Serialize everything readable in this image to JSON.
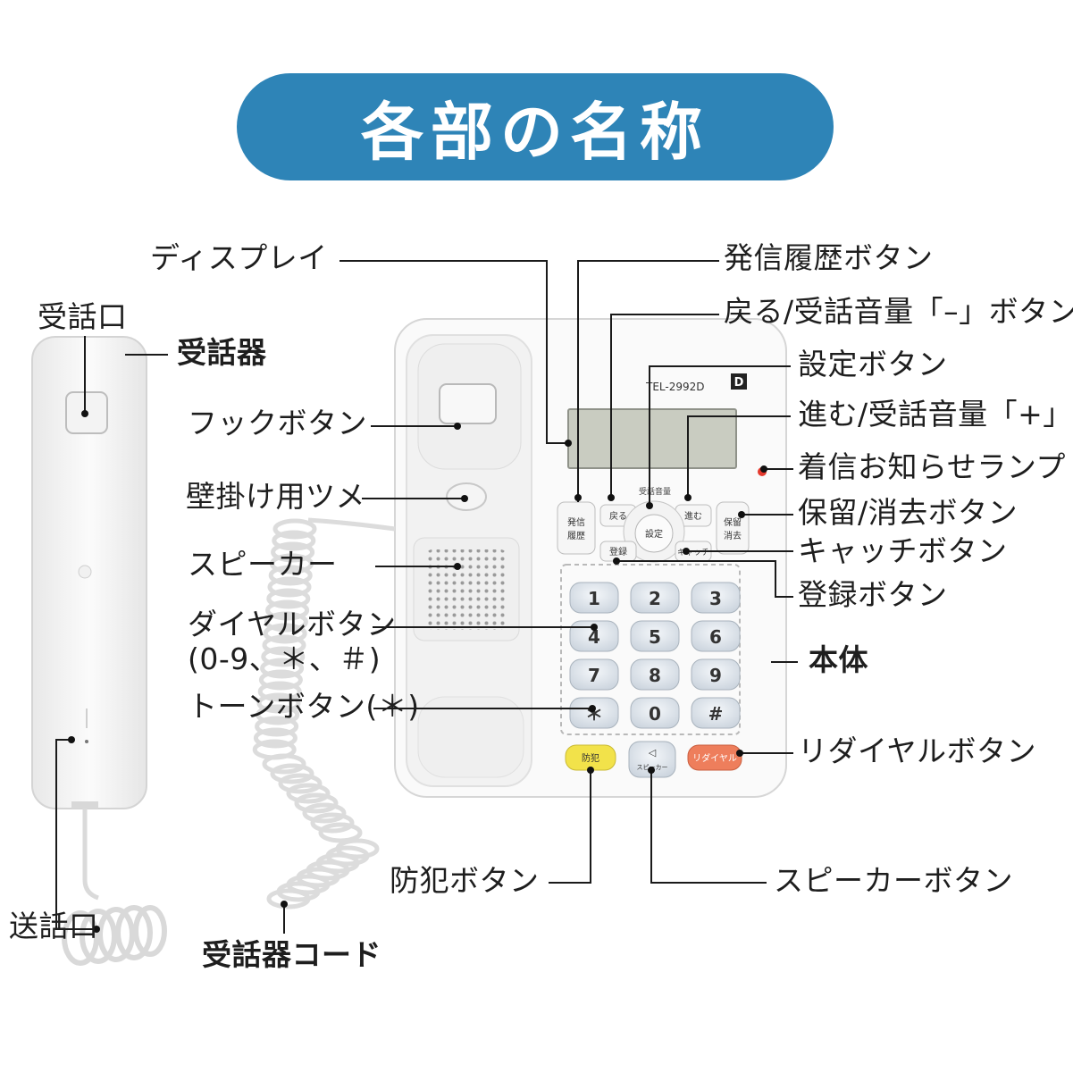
{
  "title": "各部の名称",
  "phone": {
    "model": "TEL-2992D",
    "brand_mark": "D",
    "keys": [
      "1",
      "2",
      "3",
      "4",
      "5",
      "6",
      "7",
      "8",
      "9",
      "＊",
      "0",
      "#"
    ],
    "btn_history": "発信\n履歴",
    "btn_back": "戻る",
    "btn_forward": "進む",
    "btn_set": "設定",
    "btn_hold": "保留\n消去",
    "btn_register": "登録",
    "btn_catch": "キャッチ",
    "btn_crime": "防犯",
    "btn_speaker": "スピーカー",
    "btn_redial": "リダイヤル",
    "vol_label": "受話音量"
  },
  "labels": {
    "earpiece": "受話口",
    "handset": "受話器",
    "mouthpiece": "送話口",
    "handset_cord": "受話器コード",
    "display": "ディスプレイ",
    "hook_button": "フックボタン",
    "wall_hook": "壁掛け用ツメ",
    "speaker": "スピーカー",
    "dial_buttons_line1": "ダイヤルボタン",
    "dial_buttons_line2": "(0-9、＊、＃)",
    "tone_button": "トーンボタン(＊)",
    "history_button": "発信履歴ボタン",
    "back_button": "戻る/受話音量「–」ボタン",
    "set_button": "設定ボタン",
    "forward_button": "進む/受話音量「+」",
    "incoming_lamp": "着信お知らせランプ",
    "hold_button": "保留/消去ボタン",
    "catch_button": "キャッチボタン",
    "register_button": "登録ボタン",
    "body": "本体",
    "redial_button": "リダイヤルボタン",
    "crime_button": "防犯ボタン",
    "speaker_button": "スピーカーボタン"
  },
  "colors": {
    "title_bg": "#2e84b7",
    "crime_btn": "#f2e24a",
    "redial_btn": "#ee7e5c",
    "lamp": "#e53a2e",
    "display": "#c9ccc1"
  }
}
